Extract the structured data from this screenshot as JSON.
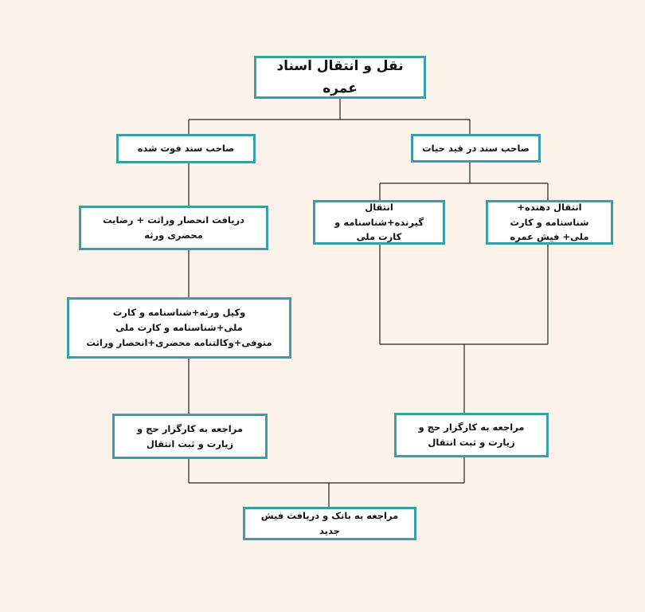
{
  "colors": {
    "background": "#fdf3ea",
    "box_border": "#3a9ea5",
    "box_fill": "#ffffff",
    "connector": "#222222"
  },
  "diagram": {
    "title": "نقل و انتقال اسناد عمره",
    "alive_branch": {
      "label": "صاحب سند در قید حیات",
      "transferor": "انتقال دهنده+ شناسنامه و کارت ملی+ فیش عمره",
      "transferee": "انتقال گیرنده+شناسنامه و کارت ملی",
      "agent_step": "مراجعه به کارگزار حج و زیارت و ثبت انتقال"
    },
    "deceased_branch": {
      "label": "صاحب سند فوت شده",
      "heirs_docs": "دریافت انحصار وراثت + رضایت محضری ورثه",
      "attorney_docs": "وکیل ورثه+شناسنامه و کارت ملی+شناسنامه و کارت ملی متوفی+وکالتنامه محضری+انحصار وراثت",
      "agent_step": "مراجعه به کارگزار حج و زیارت و ثبت انتقال"
    },
    "final_step": "مراجعه به بانک و دریافت فیش جدید"
  }
}
